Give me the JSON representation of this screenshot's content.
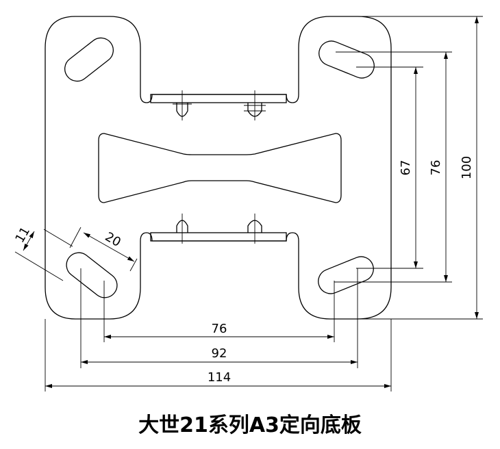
{
  "title": "大世21系列A3定向底板",
  "dimensions": {
    "total_width": "114",
    "outer_slot_span": "92",
    "inner_slot_span": "76",
    "total_height": "100",
    "slot_span_vertical": "76",
    "slot_center_vertical": "67",
    "slot_length": "20",
    "slot_width": "11"
  }
}
